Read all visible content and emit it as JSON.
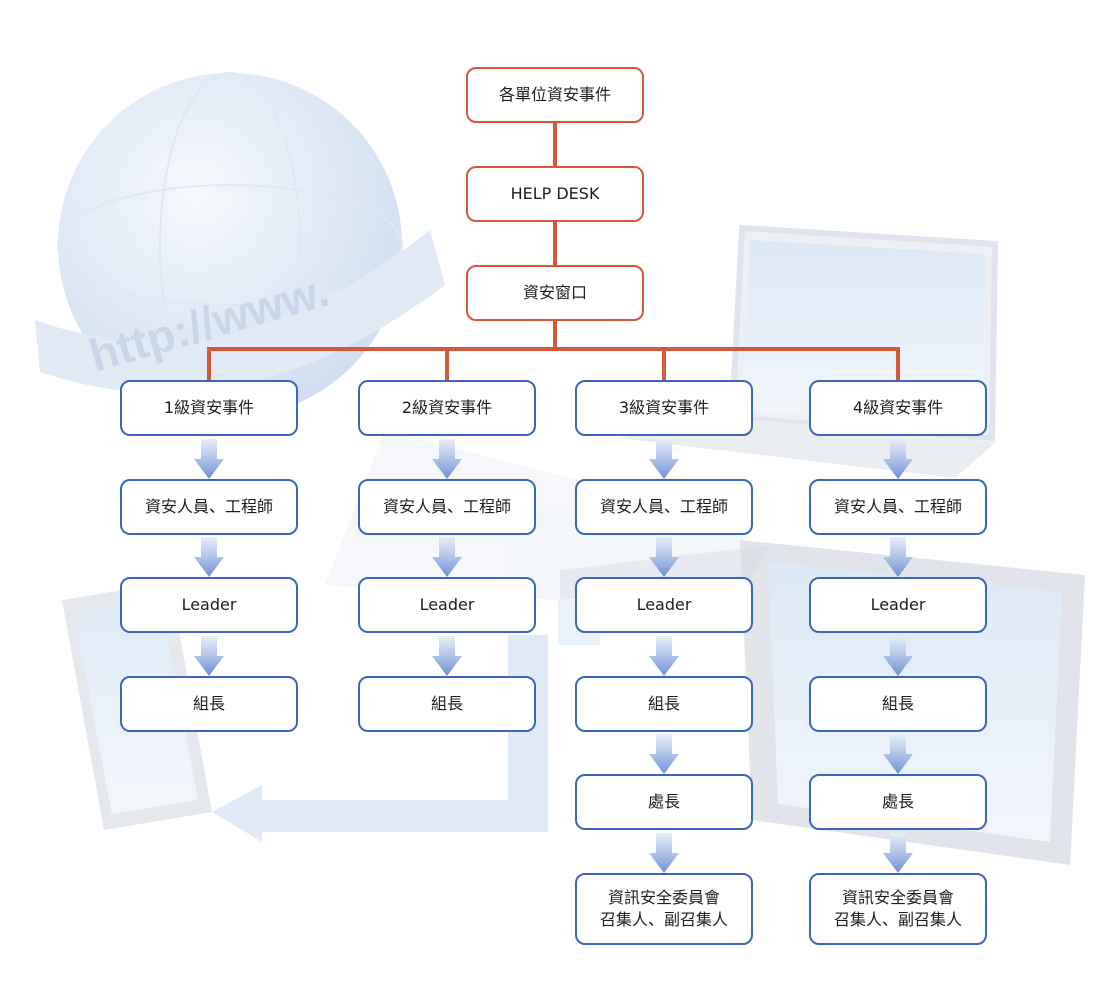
{
  "top": {
    "events": "各單位資安事件",
    "helpdesk": "HELP DESK",
    "window": "資安窗口"
  },
  "background_text": "http://www.",
  "levels": [
    {
      "title": "1級資安事件",
      "staff": "資安人員、工程師",
      "leader": "Leader",
      "group_head": "組長"
    },
    {
      "title": "2級資安事件",
      "staff": "資安人員、工程師",
      "leader": "Leader",
      "group_head": "組長"
    },
    {
      "title": "3級資安事件",
      "staff": "資安人員、工程師",
      "leader": "Leader",
      "group_head": "組長",
      "director": "處長",
      "committee_line1": "資訊安全委員會",
      "committee_line2": "召集人、副召集人"
    },
    {
      "title": "4級資安事件",
      "staff": "資安人員、工程師",
      "leader": "Leader",
      "group_head": "組長",
      "director": "處長",
      "committee_line1": "資訊安全委員會",
      "committee_line2": "召集人、副召集人"
    }
  ],
  "colors": {
    "top_border": "#d6573a",
    "connector": "#d6573a",
    "level_border": "#3c66ba",
    "arrow": "#7f9fdc"
  }
}
